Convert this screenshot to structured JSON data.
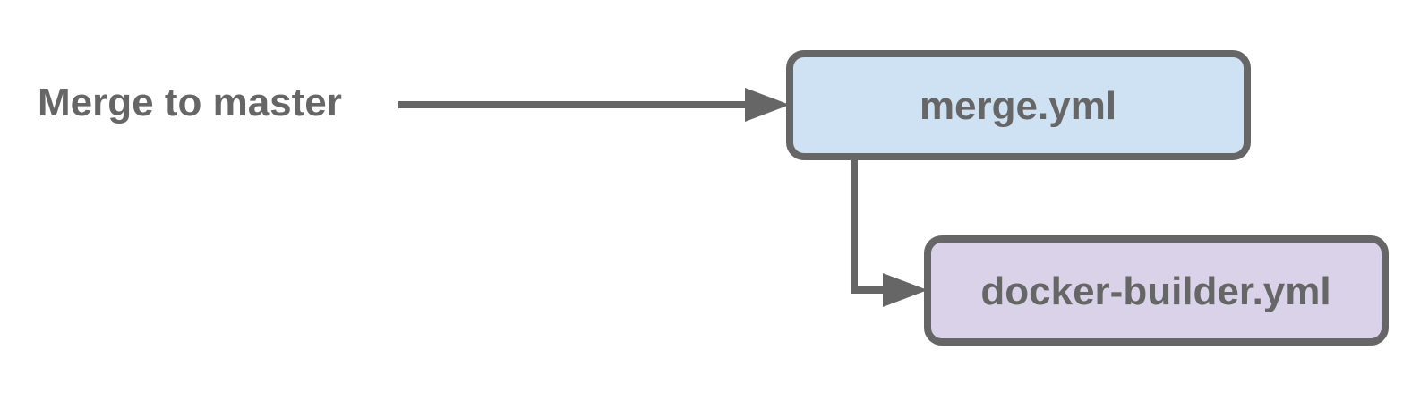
{
  "trigger": {
    "label": "Merge to master"
  },
  "nodes": {
    "merge": {
      "label": "merge.yml",
      "fill": "#cfe2f3"
    },
    "docker_builder": {
      "label": "docker-builder.yml",
      "fill": "#d9d2e9"
    }
  },
  "colors": {
    "stroke": "#666666",
    "text": "#666666"
  }
}
